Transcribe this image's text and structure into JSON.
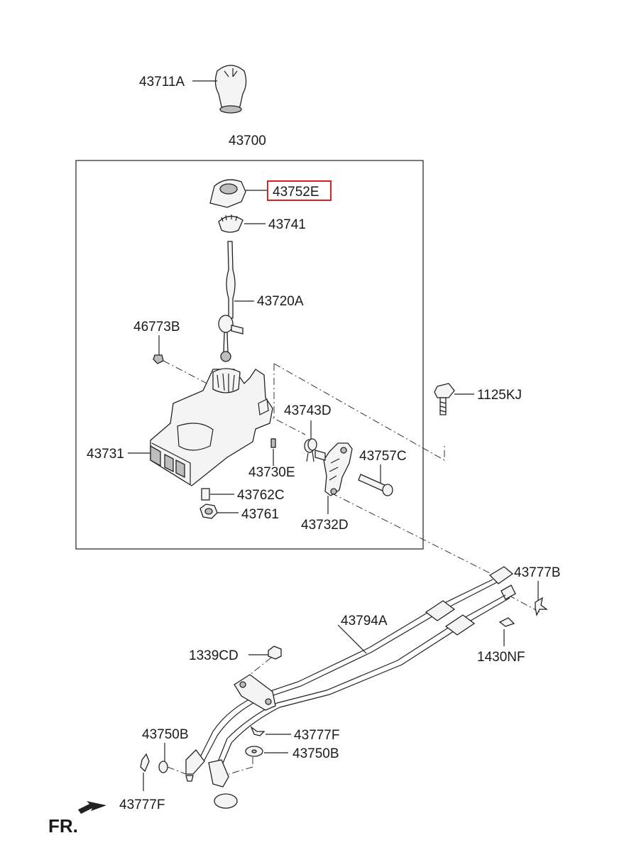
{
  "labels": {
    "knob": "43711A",
    "assembly": "43700",
    "highlighted": "43752E",
    "p43741": "43741",
    "lever": "43720A",
    "p46773B": "46773B",
    "bolt": "1125KJ",
    "p43743D": "43743D",
    "bracket": "43731",
    "p43757C": "43757C",
    "p43730E": "43730E",
    "p43762C": "43762C",
    "p43761": "43761",
    "p43732D": "43732D",
    "clipTop": "43777B",
    "cable": "43794A",
    "p1339CD": "1339CD",
    "p1430NF": "1430NF",
    "washerLeft": "43750B",
    "clipMid": "43777F",
    "washerRight": "43750B",
    "clipLeft": "43777F",
    "front": "FR."
  },
  "highlight_color": "#e02020"
}
